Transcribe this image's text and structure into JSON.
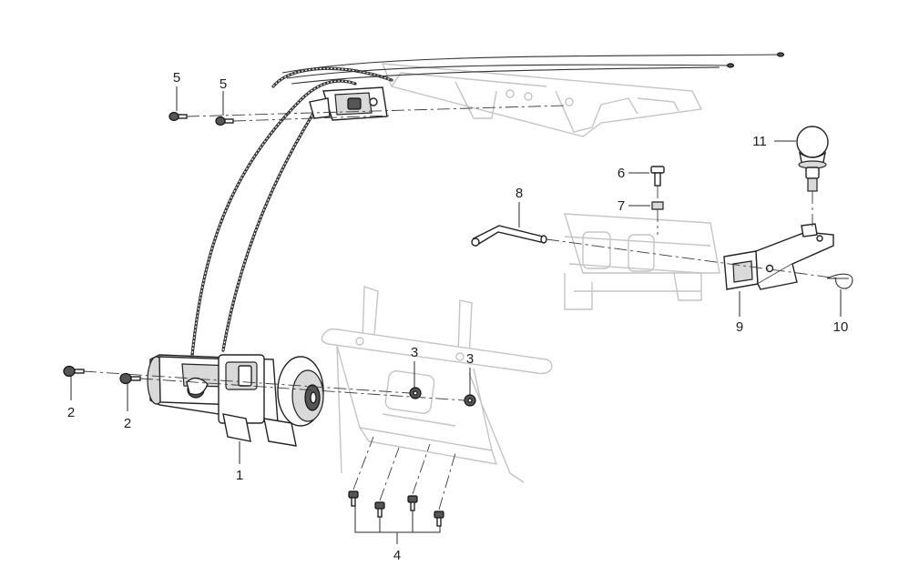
{
  "callouts": {
    "c1": "1",
    "c2a": "2",
    "c2b": "2",
    "c3a": "3",
    "c3b": "3",
    "c4": "4",
    "c5a": "5",
    "c5b": "5",
    "c6": "6",
    "c7": "7",
    "c8": "8",
    "c9": "9",
    "c10": "10",
    "c11": "11"
  }
}
